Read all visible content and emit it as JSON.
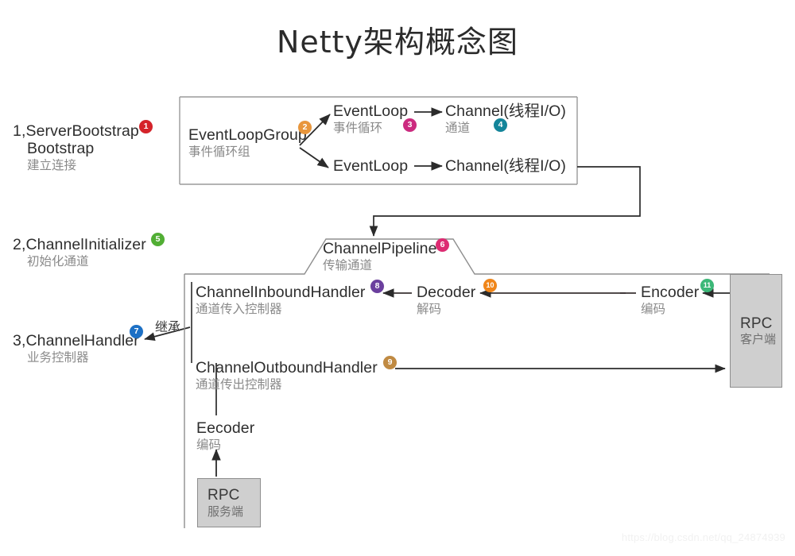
{
  "title": "Netty架构概念图",
  "watermark": "https://blog.csdn.net/qq_24874939",
  "left_steps": [
    {
      "id": "step-1",
      "en": "1,ServerBootstrap",
      "en2": "Bootstrap",
      "cn": "建立连接",
      "badge": "1",
      "badge_color": "#d5232a"
    },
    {
      "id": "step-2",
      "en": "2,ChannelInitializer",
      "cn": "初始化通道",
      "badge": "5",
      "badge_color": "#51ae34"
    },
    {
      "id": "step-3",
      "en": "3,ChannelHandler",
      "cn": "业务控制器",
      "badge": "7",
      "badge_color": "#1c70c5"
    }
  ],
  "bootstrap_box": {
    "group": {
      "en": "EventLoopGroup",
      "cn": "事件循环组",
      "badge": "2",
      "badge_color": "#e8963c"
    },
    "loop_top": {
      "en": "EventLoop",
      "cn": "事件循环",
      "badge": "3",
      "badge_color": "#cc2a7f"
    },
    "loop_bottom": {
      "en": "EventLoop"
    },
    "channel_top": {
      "en": "Channel(线程I/O)",
      "cn": "通道",
      "badge": "4",
      "badge_color": "#13859a"
    },
    "channel_bottom": {
      "en": "Channel(线程I/O)"
    }
  },
  "pipeline": {
    "en": "ChannelPipeline",
    "cn": "传输通道",
    "badge": "6",
    "badge_color": "#dd2b72"
  },
  "handlers": {
    "inbound": {
      "en": "ChannelInboundHandler",
      "cn": "通道传入控制器",
      "badge": "8",
      "badge_color": "#6b3f9e"
    },
    "outbound": {
      "en": "ChannelOutboundHandler",
      "cn": "通道传出控制器",
      "badge": "9",
      "badge_color": "#c08a42"
    }
  },
  "codecs": {
    "decoder": {
      "en": "Decoder",
      "cn": "解码",
      "badge": "10",
      "badge_color": "#f0861a"
    },
    "encoder": {
      "en": "Encoder",
      "cn": "编码",
      "badge": "11",
      "badge_color": "#3cb878"
    },
    "eecoder": {
      "en": "Eecoder",
      "cn": "编码"
    }
  },
  "rpc": {
    "client": {
      "en": "RPC",
      "cn": "客户端"
    },
    "server": {
      "en": "RPC",
      "cn": "服务端"
    }
  },
  "annotations": {
    "inherit": "继承"
  }
}
